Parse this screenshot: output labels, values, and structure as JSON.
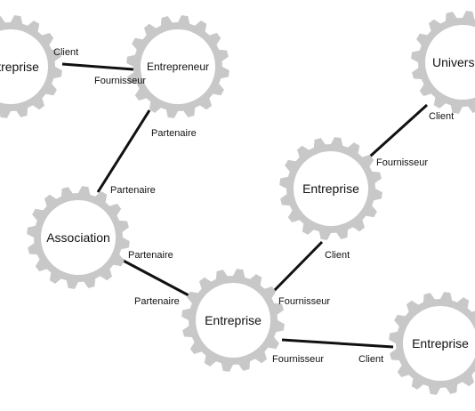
{
  "colors": {
    "gear": "#c8c8c8",
    "gear_center": "#ffffff",
    "edge": "#111111",
    "text": "#111111"
  },
  "nodes": [
    {
      "id": "n1",
      "label": "Entreprise",
      "icon": "gear-icon"
    },
    {
      "id": "n2",
      "label": "Entrepreneur",
      "icon": "gear-icon"
    },
    {
      "id": "n3",
      "label": "Universités",
      "icon": "gear-icon"
    },
    {
      "id": "n4",
      "label": "Association",
      "icon": "gear-icon"
    },
    {
      "id": "n5",
      "label": "Entreprise",
      "icon": "gear-icon"
    },
    {
      "id": "n6",
      "label": "Entreprise",
      "icon": "gear-icon"
    },
    {
      "id": "n7",
      "label": "Entreprise",
      "icon": "gear-icon"
    }
  ],
  "edges": [
    {
      "id": "e1",
      "from": "n1",
      "to": "n2",
      "label_from": "Client",
      "label_to": "Fournisseur"
    },
    {
      "id": "e2",
      "from": "n2",
      "to": "n4",
      "label_from": "Partenaire",
      "label_to": "Partenaire"
    },
    {
      "id": "e3",
      "from": "n4",
      "to": "n6",
      "label_from": "Partenaire",
      "label_to": "Partenaire"
    },
    {
      "id": "e4",
      "from": "n6",
      "to": "n5",
      "label_from": "Fournisseur",
      "label_to": "Client"
    },
    {
      "id": "e5",
      "from": "n5",
      "to": "n3",
      "label_from": "Fournisseur",
      "label_to": "Client"
    },
    {
      "id": "e6",
      "from": "n6",
      "to": "n7",
      "label_from": "Fournisseur",
      "label_to": "Client"
    }
  ]
}
